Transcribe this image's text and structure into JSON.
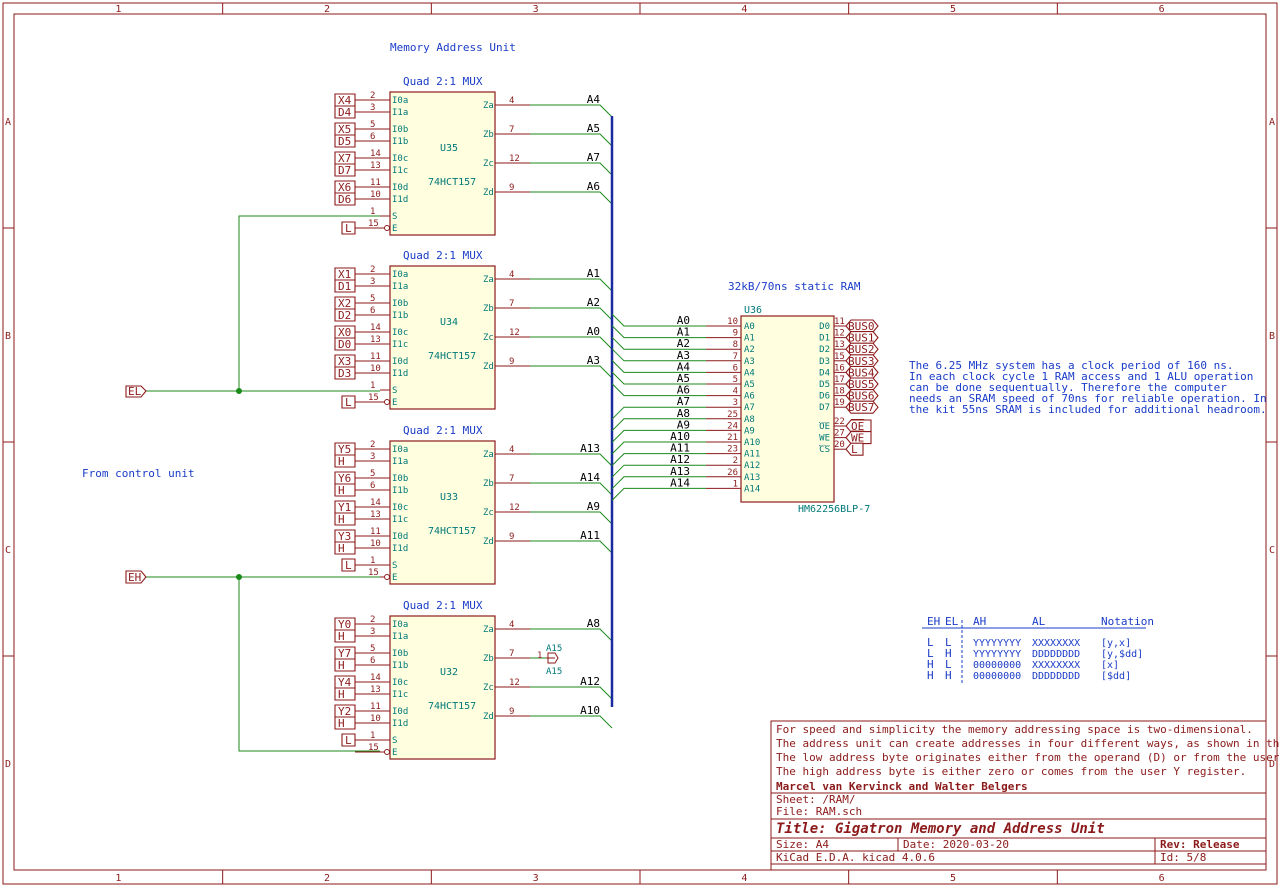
{
  "frame": {
    "columns": [
      "1",
      "2",
      "3",
      "4",
      "5",
      "6"
    ],
    "rows": [
      "A",
      "B",
      "C",
      "D"
    ]
  },
  "headings": {
    "memory_address_unit": "Memory Address Unit",
    "from_control_unit": "From control unit",
    "ram_title": "32kB/70ns static RAM"
  },
  "muxes": [
    {
      "title": "Quad 2:1 MUX",
      "ref": "U35",
      "value": "74HCT157",
      "inputs": [
        {
          "label": "X4",
          "pin": "2",
          "name": "I0a"
        },
        {
          "label": "D4",
          "pin": "3",
          "name": "I1a"
        },
        {
          "label": "X5",
          "pin": "5",
          "name": "I0b"
        },
        {
          "label": "D5",
          "pin": "6",
          "name": "I1b"
        },
        {
          "label": "X7",
          "pin": "14",
          "name": "I0c"
        },
        {
          "label": "D7",
          "pin": "13",
          "name": "I1c"
        },
        {
          "label": "X6",
          "pin": "11",
          "name": "I0d"
        },
        {
          "label": "D6",
          "pin": "10",
          "name": "I1d"
        }
      ],
      "s_pin": "1",
      "s_name": "S",
      "e_pin": "15",
      "e_name": "E",
      "e_label": "L",
      "outputs": [
        {
          "name": "Za",
          "pin": "4",
          "net": "A4"
        },
        {
          "name": "Zb",
          "pin": "7",
          "net": "A5"
        },
        {
          "name": "Zc",
          "pin": "12",
          "net": "A7"
        },
        {
          "name": "Zd",
          "pin": "9",
          "net": "A6"
        }
      ]
    },
    {
      "title": "Quad 2:1 MUX",
      "ref": "U34",
      "value": "74HCT157",
      "inputs": [
        {
          "label": "X1",
          "pin": "2",
          "name": "I0a"
        },
        {
          "label": "D1",
          "pin": "3",
          "name": "I1a"
        },
        {
          "label": "X2",
          "pin": "5",
          "name": "I0b"
        },
        {
          "label": "D2",
          "pin": "6",
          "name": "I1b"
        },
        {
          "label": "X0",
          "pin": "14",
          "name": "I0c"
        },
        {
          "label": "D0",
          "pin": "13",
          "name": "I1c"
        },
        {
          "label": "X3",
          "pin": "11",
          "name": "I0d"
        },
        {
          "label": "D3",
          "pin": "10",
          "name": "I1d"
        }
      ],
      "s_pin": "1",
      "s_name": "S",
      "e_pin": "15",
      "e_name": "E",
      "e_label": "L",
      "outputs": [
        {
          "name": "Za",
          "pin": "4",
          "net": "A1"
        },
        {
          "name": "Zb",
          "pin": "7",
          "net": "A2"
        },
        {
          "name": "Zc",
          "pin": "12",
          "net": "A0"
        },
        {
          "name": "Zd",
          "pin": "9",
          "net": "A3"
        }
      ]
    },
    {
      "title": "Quad 2:1 MUX",
      "ref": "U33",
      "value": "74HCT157",
      "inputs": [
        {
          "label": "Y5",
          "pin": "2",
          "name": "I0a"
        },
        {
          "label": "H",
          "pin": "3",
          "name": "I1a"
        },
        {
          "label": "Y6",
          "pin": "5",
          "name": "I0b"
        },
        {
          "label": "H",
          "pin": "6",
          "name": "I1b"
        },
        {
          "label": "Y1",
          "pin": "14",
          "name": "I0c"
        },
        {
          "label": "H",
          "pin": "13",
          "name": "I1c"
        },
        {
          "label": "Y3",
          "pin": "11",
          "name": "I0d"
        },
        {
          "label": "H",
          "pin": "10",
          "name": "I1d"
        }
      ],
      "s_pin": "1",
      "s_name": "S",
      "e_pin": "15",
      "e_name": "E",
      "s_label": "L",
      "outputs": [
        {
          "name": "Za",
          "pin": "4",
          "net": "A13"
        },
        {
          "name": "Zb",
          "pin": "7",
          "net": "A14"
        },
        {
          "name": "Zc",
          "pin": "12",
          "net": "A9"
        },
        {
          "name": "Zd",
          "pin": "9",
          "net": "A11"
        }
      ]
    },
    {
      "title": "Quad 2:1 MUX",
      "ref": "U32",
      "value": "74HCT157",
      "inputs": [
        {
          "label": "Y0",
          "pin": "2",
          "name": "I0a"
        },
        {
          "label": "H",
          "pin": "3",
          "name": "I1a"
        },
        {
          "label": "Y7",
          "pin": "5",
          "name": "I0b"
        },
        {
          "label": "H",
          "pin": "6",
          "name": "I1b"
        },
        {
          "label": "Y4",
          "pin": "14",
          "name": "I0c"
        },
        {
          "label": "H",
          "pin": "13",
          "name": "I1c"
        },
        {
          "label": "Y2",
          "pin": "11",
          "name": "I0d"
        },
        {
          "label": "H",
          "pin": "10",
          "name": "I1d"
        }
      ],
      "s_pin": "1",
      "s_name": "S",
      "e_pin": "15",
      "e_name": "E",
      "s_label": "L",
      "outputs": [
        {
          "name": "Za",
          "pin": "4",
          "net": "A8"
        },
        {
          "name": "Zb",
          "pin": "7",
          "net": ""
        },
        {
          "name": "Zc",
          "pin": "12",
          "net": "A12"
        },
        {
          "name": "Zd",
          "pin": "9",
          "net": "A10"
        }
      ]
    }
  ],
  "a15": {
    "label_top": "A15",
    "label_bottom": "A15",
    "pin": "1"
  },
  "control_labels": {
    "eh": "EH",
    "el": "EL"
  },
  "ram": {
    "ref": "U36",
    "value": "HM62256BLP-7",
    "addr": [
      {
        "net": "A0",
        "pin": "10",
        "name": "A0"
      },
      {
        "net": "A1",
        "pin": "9",
        "name": "A1"
      },
      {
        "net": "A2",
        "pin": "8",
        "name": "A2"
      },
      {
        "net": "A3",
        "pin": "7",
        "name": "A3"
      },
      {
        "net": "A4",
        "pin": "6",
        "name": "A4"
      },
      {
        "net": "A5",
        "pin": "5",
        "name": "A5"
      },
      {
        "net": "A6",
        "pin": "4",
        "name": "A6"
      },
      {
        "net": "A7",
        "pin": "3",
        "name": "A7"
      },
      {
        "net": "A8",
        "pin": "25",
        "name": "A8"
      },
      {
        "net": "A9",
        "pin": "24",
        "name": "A9"
      },
      {
        "net": "A10",
        "pin": "21",
        "name": "A10"
      },
      {
        "net": "A11",
        "pin": "23",
        "name": "A11"
      },
      {
        "net": "A12",
        "pin": "2",
        "name": "A12"
      },
      {
        "net": "A13",
        "pin": "26",
        "name": "A13"
      },
      {
        "net": "A14",
        "pin": "1",
        "name": "A14"
      }
    ],
    "data": [
      {
        "name": "D0",
        "pin": "11",
        "bus": "BUS0"
      },
      {
        "name": "D1",
        "pin": "12",
        "bus": "BUS1"
      },
      {
        "name": "D2",
        "pin": "13",
        "bus": "BUS2"
      },
      {
        "name": "D3",
        "pin": "15",
        "bus": "BUS3"
      },
      {
        "name": "D4",
        "pin": "16",
        "bus": "BUS4"
      },
      {
        "name": "D5",
        "pin": "17",
        "bus": "BUS5"
      },
      {
        "name": "D6",
        "pin": "18",
        "bus": "BUS6"
      },
      {
        "name": "D7",
        "pin": "19",
        "bus": "BUS7"
      }
    ],
    "ctrl": [
      {
        "name": "OE",
        "pin": "22",
        "label": "OE"
      },
      {
        "name": "WE",
        "pin": "27",
        "label": "WE"
      },
      {
        "name": "CS",
        "pin": "20",
        "label": "L"
      }
    ]
  },
  "note": [
    "The 6.25 MHz system has a clock period of 160 ns.",
    "In each clock cycle 1 RAM access and 1 ALU operation",
    "can be done sequentually. Therefore the computer",
    "needs an SRAM speed of 70ns for reliable operation. In",
    "the kit 55ns SRAM is included for additional headroom."
  ],
  "addr_table": {
    "header": [
      "EH",
      "EL",
      "AH",
      "AL",
      "Notation"
    ],
    "rows": [
      [
        "L",
        "L",
        "YYYYYYYY",
        "XXXXXXXX",
        "[y,x]"
      ],
      [
        "L",
        "H",
        "YYYYYYYY",
        "DDDDDDDD",
        "[y,$dd]"
      ],
      [
        "H",
        "L",
        "00000000",
        "XXXXXXXX",
        "[x]"
      ],
      [
        "H",
        "H",
        "00000000",
        "DDDDDDDD",
        "[$dd]"
      ]
    ]
  },
  "title_block": {
    "comments": [
      "For speed and simplicity the memory addressing space is two-dimensional.",
      "The address unit can create addresses in four different ways, as shown in the table.",
      "The low address byte originates either from the operand (D) or from the user X register",
      "The high address byte is either zero or comes from the user Y register."
    ],
    "company": "Marcel van Kervinck and Walter Belgers",
    "sheet": "Sheet: /RAM/",
    "file": "File: RAM.sch",
    "title": "Title: Gigatron Memory and Address Unit",
    "size": "Size: A4",
    "date": "Date: 2020-03-20",
    "rev": "Rev: Release",
    "tool": "KiCad E.D.A.  kicad 4.0.6",
    "id": "Id: 5/8"
  }
}
